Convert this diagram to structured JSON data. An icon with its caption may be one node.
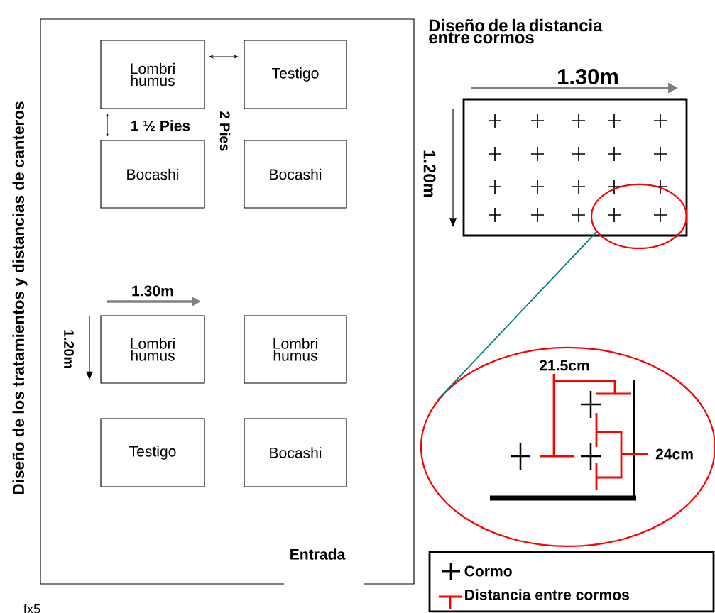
{
  "diagram": {
    "nodes": [
      {
        "text": [],
        "shape": "box"
      },
      {
        "text": [
          "Lombri humus"
        ],
        "in": 0
      },
      {
        "text": [
          "Testigo"
        ],
        "in": 0
      },
      {
        "text": [
          "Bocashi"
        ],
        "in": 0
      },
      {
        "text": [
          "Bocashi"
        ],
        "in": 0
      },
      {
        "text": [
          "Lombri humus"
        ],
        "in": 0
      },
      {
        "text": [
          "Lombri humus"
        ],
        "in": 0
      },
      {
        "text": [
          "Testigo"
        ],
        "in": 0
      },
      {
        "text": [
          "Bocashi"
        ],
        "in": 0
      },
      {
        "text": [],
        "shape": "box"
      },
      {
        "text": [],
        "shape": "circle"
      },
      {
        "text": [],
        "shape": "circle"
      }
    ],
    "edges": [
      {
        "from": 10,
        "to": 11,
        "arrow": "none"
      }
    ],
    "labels": [
      "Diseño de los tratamientos y distancias de canteros",
      "2 Pies",
      "1 ½ Pies",
      "1.30m",
      "1.20m",
      "Entrada",
      "fx5",
      "Diseño de la distancia entre cormos",
      "1.30m",
      "1.20m",
      "21.5cm",
      "24cm"
    ],
    "legend": [
      {
        "text": "Cormo"
      },
      {
        "text": "Distancia entre cormos"
      }
    ]
  }
}
